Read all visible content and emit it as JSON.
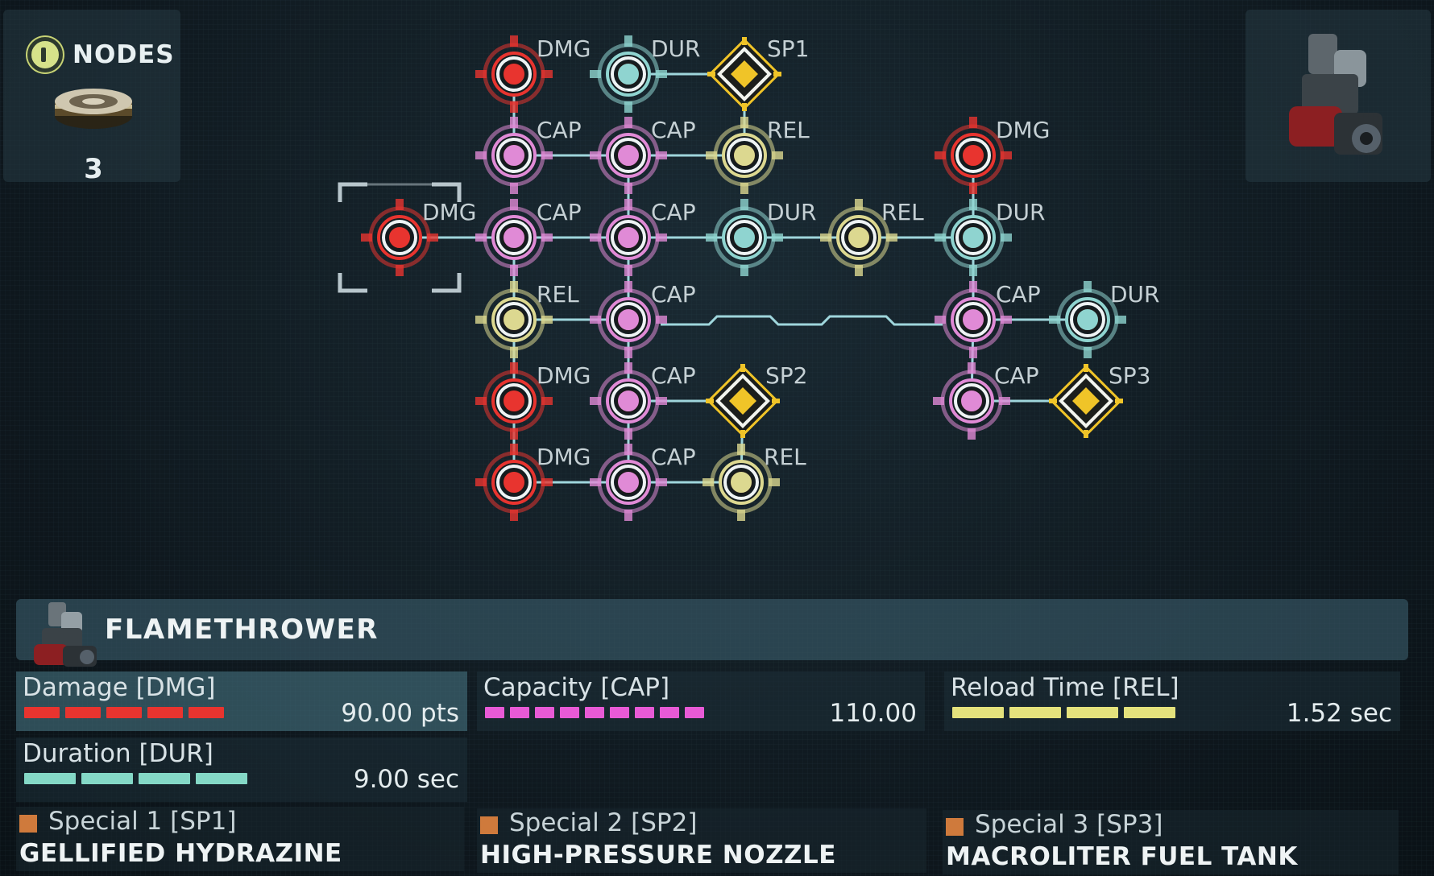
{
  "nodes_panel": {
    "title": "NODES",
    "count": "3"
  },
  "weapon": {
    "name": "FLAMETHROWER"
  },
  "colors": {
    "DMG": "#e8342f",
    "CAP": "#e08ad6",
    "DUR": "#8fd4d0",
    "REL": "#dcd890",
    "SP": "#f0c428"
  },
  "tree_nodes": [
    {
      "id": "dmg-1",
      "type": "DMG",
      "label": "DMG"
    },
    {
      "id": "dur-1",
      "type": "DUR",
      "label": "DUR"
    },
    {
      "id": "sp1",
      "type": "SP",
      "label": "SP1"
    },
    {
      "id": "cap-1",
      "type": "CAP",
      "label": "CAP"
    },
    {
      "id": "cap-2",
      "type": "CAP",
      "label": "CAP"
    },
    {
      "id": "rel-1",
      "type": "REL",
      "label": "REL"
    },
    {
      "id": "dmg-2",
      "type": "DMG",
      "label": "DMG"
    },
    {
      "id": "dmg-start",
      "type": "DMG",
      "label": "DMG"
    },
    {
      "id": "cap-3",
      "type": "CAP",
      "label": "CAP"
    },
    {
      "id": "cap-4",
      "type": "CAP",
      "label": "CAP"
    },
    {
      "id": "dur-2",
      "type": "DUR",
      "label": "DUR"
    },
    {
      "id": "rel-2",
      "type": "REL",
      "label": "REL"
    },
    {
      "id": "dur-3",
      "type": "DUR",
      "label": "DUR"
    },
    {
      "id": "rel-3",
      "type": "REL",
      "label": "REL"
    },
    {
      "id": "cap-5",
      "type": "CAP",
      "label": "CAP"
    },
    {
      "id": "cap-6",
      "type": "CAP",
      "label": "CAP"
    },
    {
      "id": "dur-4",
      "type": "DUR",
      "label": "DUR"
    },
    {
      "id": "dmg-3",
      "type": "DMG",
      "label": "DMG"
    },
    {
      "id": "cap-7",
      "type": "CAP",
      "label": "CAP"
    },
    {
      "id": "sp2",
      "type": "SP",
      "label": "SP2"
    },
    {
      "id": "cap-8",
      "type": "CAP",
      "label": "CAP"
    },
    {
      "id": "sp3",
      "type": "SP",
      "label": "SP3"
    },
    {
      "id": "dmg-4",
      "type": "DMG",
      "label": "DMG"
    },
    {
      "id": "cap-9",
      "type": "CAP",
      "label": "CAP"
    },
    {
      "id": "rel-4",
      "type": "REL",
      "label": "REL"
    }
  ],
  "stats": {
    "damage": {
      "label": "Damage [DMG]",
      "value": "90.00 pts",
      "level": 5,
      "max": 5,
      "color": "#e8342f"
    },
    "capacity": {
      "label": "Capacity [CAP]",
      "value": "110.00",
      "level": 9,
      "max": 9,
      "color": "#e85ad6"
    },
    "reload": {
      "label": "Reload Time [REL]",
      "value": "1.52 sec",
      "level": 4,
      "max": 4,
      "color": "#e4e27c"
    },
    "duration": {
      "label": "Duration [DUR]",
      "value": "9.00 sec",
      "level": 4,
      "max": 4,
      "color": "#84d8c6"
    }
  },
  "specials": [
    {
      "label": "Special 1 [SP1]",
      "name": "GELLIFIED HYDRAZINE"
    },
    {
      "label": "Special 2 [SP2]",
      "name": "HIGH-PRESSURE NOZZLE"
    },
    {
      "label": "Special 3 [SP3]",
      "name": "MACROLITER FUEL TANK"
    }
  ]
}
